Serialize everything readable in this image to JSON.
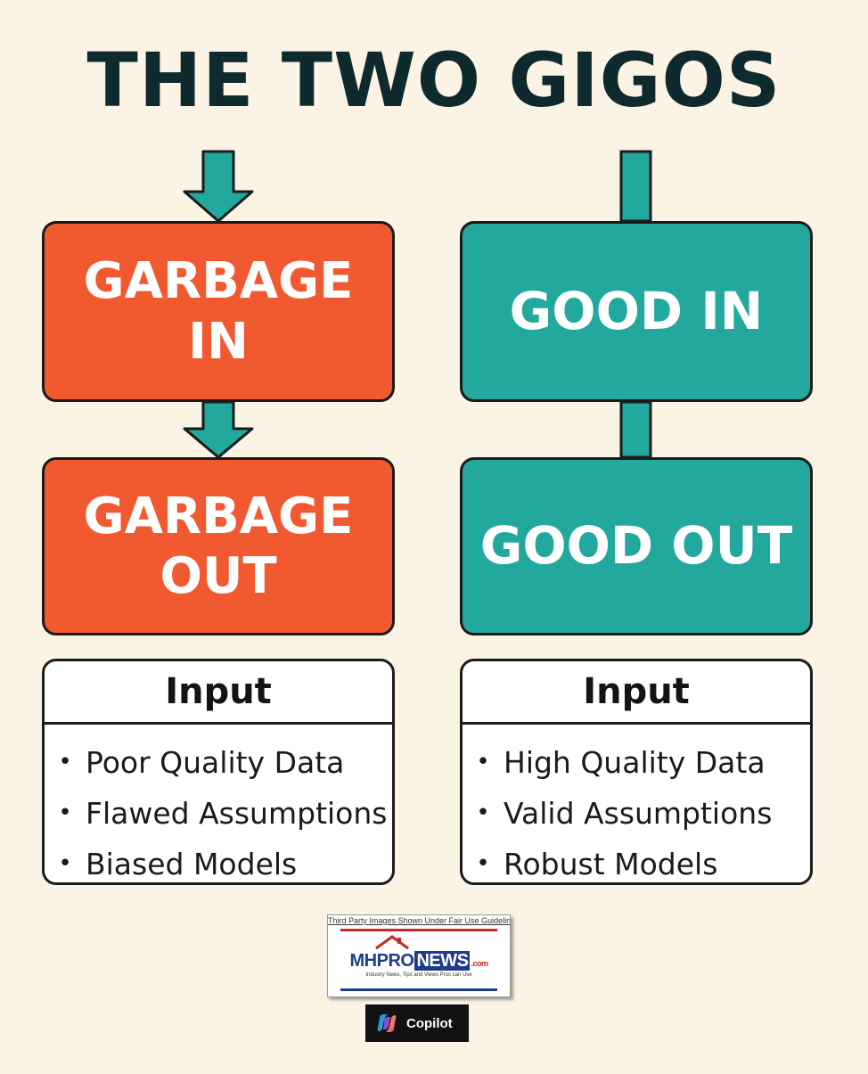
{
  "title": "THE TWO GIGOS",
  "left_column": {
    "top_box": {
      "line1": "GARBAGE",
      "line2": "IN"
    },
    "bottom_box": {
      "line1": "GARBAGE",
      "line2": "OUT"
    },
    "panel": {
      "header": "Input",
      "items": [
        "Poor Quality Data",
        "Flawed Assumptions",
        "Biased Models"
      ]
    }
  },
  "right_column": {
    "top_box": {
      "line1": "GOOD IN"
    },
    "bottom_box": {
      "line1": "GOOD OUT"
    },
    "panel": {
      "header": "Input",
      "items": [
        "High Quality Data",
        "Valid Assumptions",
        "Robust Models"
      ]
    }
  },
  "badge": {
    "caption": "Third Party Images Shown Under Fair Use Guidelines",
    "logo_mh": "MH",
    "logo_pro": "PRO",
    "logo_news": "NEWS",
    "logo_com": ".com",
    "tagline": "Industry News, Tips and Views Pros can Use"
  },
  "copilot": {
    "label": "Copilot",
    "icon": "copilot-logo-icon"
  },
  "colors": {
    "background": "#FBF3E4",
    "title": "#0E2A2E",
    "garbage_box": "#F15A30",
    "good_box": "#22A89C",
    "connector": "#22A89C",
    "outline": "#1B1B1B"
  }
}
